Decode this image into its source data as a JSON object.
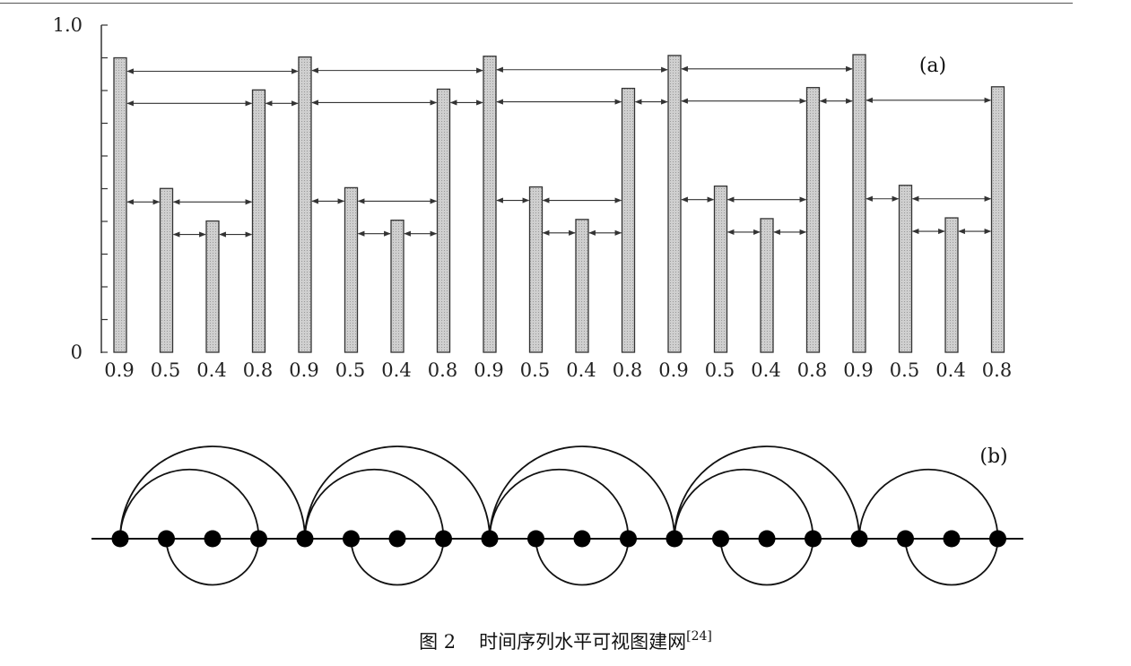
{
  "chart_data": [
    {
      "type": "bar",
      "panel_label": "(a)",
      "categories": [
        "0.9",
        "0.5",
        "0.4",
        "0.8",
        "0.9",
        "0.5",
        "0.4",
        "0.8",
        "0.9",
        "0.5",
        "0.4",
        "0.8",
        "0.9",
        "0.5",
        "0.4",
        "0.8",
        "0.9",
        "0.5",
        "0.4",
        "0.8"
      ],
      "values": [
        0.9,
        0.5,
        0.4,
        0.8,
        0.9,
        0.5,
        0.4,
        0.8,
        0.9,
        0.5,
        0.4,
        0.8,
        0.9,
        0.5,
        0.4,
        0.8,
        0.9,
        0.5,
        0.4,
        0.8
      ],
      "ylim": [
        0,
        1.0
      ],
      "yticks": [
        {
          "value": 0,
          "label": "0"
        },
        {
          "value": 1.0,
          "label": "1.0"
        }
      ],
      "visibility_links": [
        [
          0,
          1
        ],
        [
          0,
          3
        ],
        [
          0,
          4
        ],
        [
          1,
          2
        ],
        [
          1,
          3
        ],
        [
          2,
          3
        ],
        [
          3,
          4
        ],
        [
          4,
          5
        ],
        [
          4,
          7
        ],
        [
          4,
          8
        ],
        [
          5,
          6
        ],
        [
          5,
          7
        ],
        [
          6,
          7
        ],
        [
          7,
          8
        ],
        [
          8,
          9
        ],
        [
          8,
          11
        ],
        [
          8,
          12
        ],
        [
          9,
          10
        ],
        [
          9,
          11
        ],
        [
          10,
          11
        ],
        [
          11,
          12
        ],
        [
          12,
          13
        ],
        [
          12,
          15
        ],
        [
          12,
          16
        ],
        [
          13,
          14
        ],
        [
          13,
          15
        ],
        [
          14,
          15
        ],
        [
          15,
          16
        ],
        [
          16,
          17
        ],
        [
          16,
          19
        ],
        [
          17,
          18
        ],
        [
          17,
          19
        ],
        [
          18,
          19
        ]
      ],
      "grid": false
    },
    {
      "type": "diagram",
      "panel_label": "(b)",
      "nodes": 20,
      "edges": [
        [
          0,
          1
        ],
        [
          0,
          3
        ],
        [
          0,
          4
        ],
        [
          1,
          2
        ],
        [
          1,
          3
        ],
        [
          2,
          3
        ],
        [
          3,
          4
        ],
        [
          4,
          5
        ],
        [
          4,
          7
        ],
        [
          4,
          8
        ],
        [
          5,
          6
        ],
        [
          5,
          7
        ],
        [
          6,
          7
        ],
        [
          7,
          8
        ],
        [
          8,
          9
        ],
        [
          8,
          11
        ],
        [
          8,
          12
        ],
        [
          9,
          10
        ],
        [
          9,
          11
        ],
        [
          10,
          11
        ],
        [
          11,
          12
        ],
        [
          12,
          13
        ],
        [
          12,
          15
        ],
        [
          12,
          16
        ],
        [
          13,
          14
        ],
        [
          13,
          15
        ],
        [
          14,
          15
        ],
        [
          15,
          16
        ],
        [
          16,
          17
        ],
        [
          16,
          19
        ],
        [
          17,
          18
        ],
        [
          17,
          19
        ],
        [
          18,
          19
        ]
      ]
    }
  ],
  "caption": {
    "figure_number": "图 2",
    "text": "时间序列水平可视图建网",
    "citation": "[24]"
  },
  "colors": {
    "bar_fill": "#c4c4c4",
    "bar_stroke": "#333333",
    "line": "#111111",
    "node": "#000000"
  }
}
